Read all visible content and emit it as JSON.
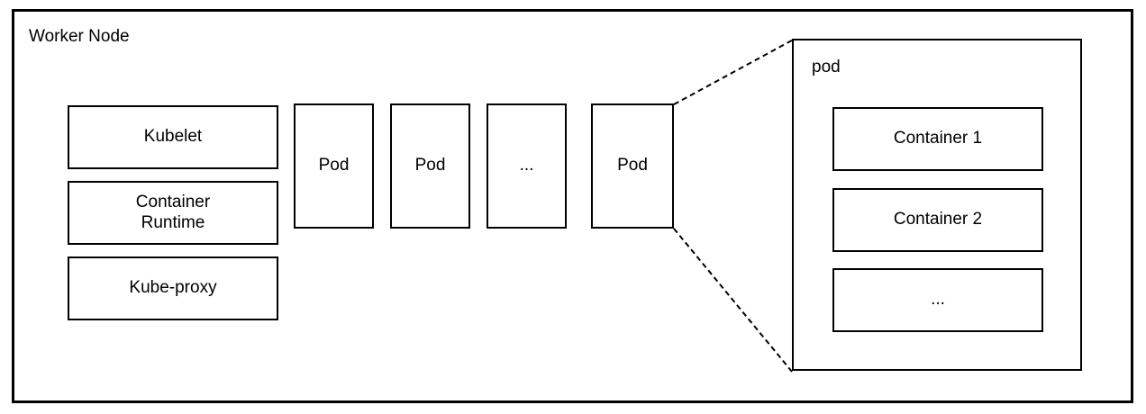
{
  "diagram": {
    "title": "Worker Node",
    "node_components": [
      {
        "label": "Kubelet"
      },
      {
        "label": "Container\nRuntime"
      },
      {
        "label": "Kube-proxy"
      }
    ],
    "pods": [
      {
        "label": "Pod"
      },
      {
        "label": "Pod"
      },
      {
        "label": "..."
      },
      {
        "label": "Pod"
      }
    ],
    "pod_detail": {
      "title": "pod",
      "containers": [
        {
          "label": "Container 1"
        },
        {
          "label": "Container 2"
        },
        {
          "label": "..."
        }
      ]
    },
    "connectors": [
      {
        "name": "pod-expand-top",
        "style": "dashed"
      },
      {
        "name": "pod-expand-bottom",
        "style": "dashed"
      }
    ],
    "colors": {
      "stroke": "#000000",
      "fill": "#ffffff",
      "text": "#000000"
    }
  }
}
